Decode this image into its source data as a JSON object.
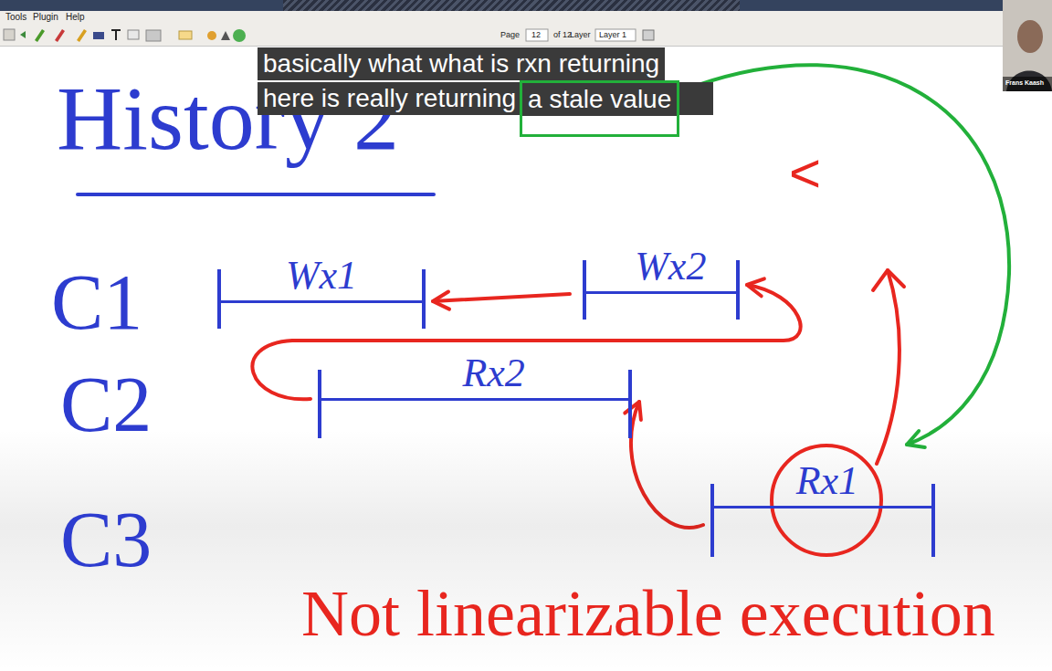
{
  "diagram": {
    "title": "History 2",
    "nodes": [
      {
        "text": [
          "a stale value"
        ]
      },
      {
        "text": [
          "Wx1"
        ]
      },
      {
        "text": [
          "Wx2"
        ]
      },
      {
        "text": [
          "Rx2"
        ]
      },
      {
        "text": [
          "Rx1"
        ]
      }
    ],
    "edges": [
      {
        "from": 2,
        "to": 1,
        "arrow": "to"
      },
      {
        "from": 3,
        "to": 2,
        "arrow": "to"
      },
      {
        "from": 4,
        "to": 3,
        "arrow": "to"
      },
      {
        "from": 0,
        "to": 4,
        "arrow": "to"
      }
    ],
    "labels": [
      "Tools",
      "Plugin",
      "Help",
      "Page",
      "12",
      "of 12",
      "Layer",
      "Layer 1",
      "Frans Kaash",
      "basically what what is rxn returning",
      "here is really returning",
      "C1",
      "C2",
      "C3",
      "<",
      "Not linearizable execution"
    ]
  }
}
